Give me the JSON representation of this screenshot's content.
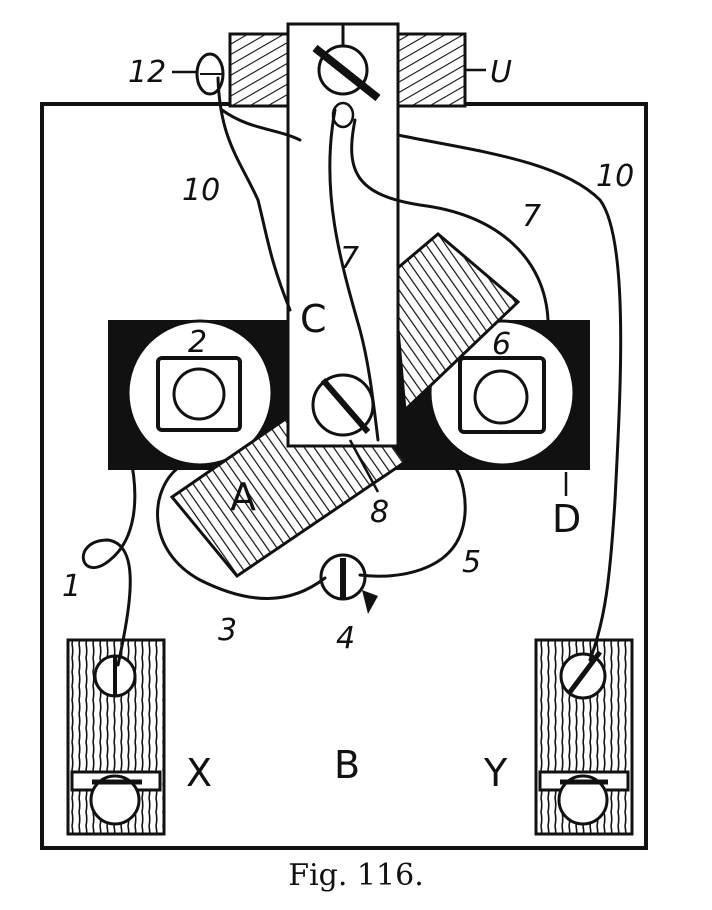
{
  "figure": {
    "caption": "Fig. 116.",
    "labels": {
      "terminal_12": "12",
      "block_u": "U",
      "wire_10_left": "10",
      "wire_10_right": "10",
      "wire_7_mid": "7",
      "wire_7_right": "7",
      "bar_c": "C",
      "binding_2": "2",
      "binding_6": "6",
      "armature_a": "A",
      "screw_8": "8",
      "magnet_d": "D",
      "wire_5": "5",
      "wire_1": "1",
      "wire_3": "3",
      "screw_4": "4",
      "base_b": "B",
      "terminal_x": "X",
      "terminal_y": "Y"
    }
  }
}
